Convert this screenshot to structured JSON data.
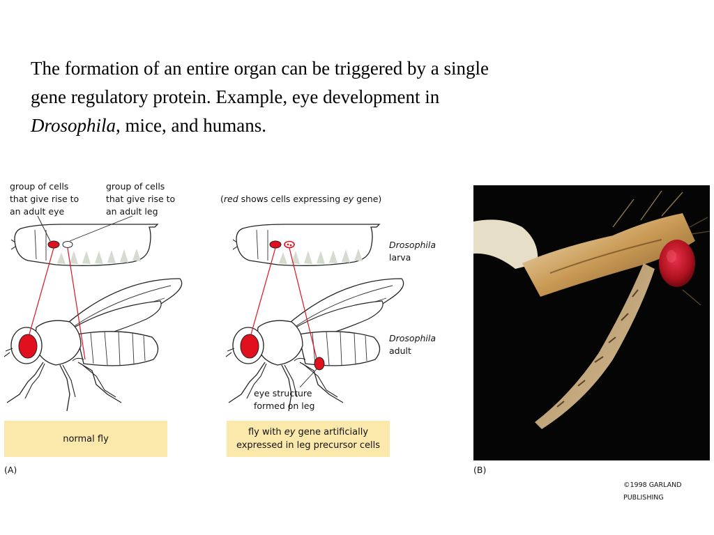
{
  "headline": {
    "line1": "The formation of an entire organ can be triggered by a single",
    "line2": "gene regulatory protein.  Example, eye development in",
    "line3_italic": "Drosophila",
    "line3_rest": ", mice, and humans."
  },
  "panelA": {
    "label_eye_cells": "group of cells\nthat give rise to\nan adult eye",
    "label_leg_cells": "group of cells\nthat give rise to\nan adult leg",
    "caption": "normal fly",
    "panel_letter": "(A)"
  },
  "panelMid": {
    "legend_open": "(",
    "legend_red": "red",
    "legend_mid": " shows cells expressing ",
    "legend_gene": "ey",
    "legend_close": " gene)",
    "larva_italic": "Drosophila",
    "larva_word": "larva",
    "adult_italic": "Drosophila",
    "adult_word": "adult",
    "eye_leg_label": "eye structure\nformed on leg",
    "caption_pre": "fly with ",
    "caption_gene": "ey",
    "caption_post": " gene artificially",
    "caption_line2": "expressed in leg precursor cells"
  },
  "panelB": {
    "panel_letter": "(B)"
  },
  "copyright": "©1998 GARLAND PUBLISHING",
  "colors": {
    "highlight_red": "#e0101e",
    "caption_bg": "#fbe8ab",
    "photo_bg": "#050505"
  }
}
